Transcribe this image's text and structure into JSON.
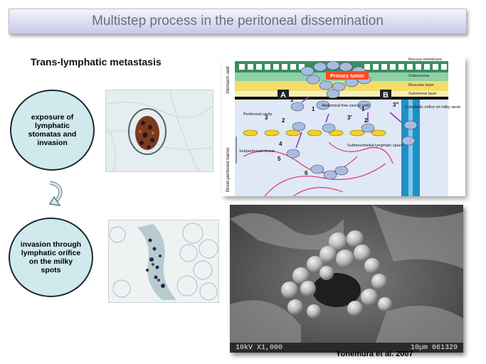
{
  "title": "Multistep process in the peritoneal dissemination",
  "heading": "Trans-lymphatic metastasis",
  "steps": [
    {
      "label_lines": [
        "exposure of",
        "lymphatic",
        "stomatas and",
        "invasion"
      ]
    },
    {
      "label_lines": [
        "invasion through",
        "lymphatic orifice",
        "on the milky",
        "spots"
      ]
    }
  ],
  "diagram": {
    "side_labels": {
      "stomach_wall": "Stomach wall",
      "barrier": "Blood-peritoneal barrier"
    },
    "layers": [
      "Mucous membrane",
      "Submucosa",
      "Muscular layer",
      "Subserous layer"
    ],
    "primary_tumor": "Primary tumor",
    "panel_a": "A",
    "panel_b": "B",
    "labels": {
      "free_cells": "Abdominal free cancer cells",
      "cavity": "Peritoneal cavity",
      "orifice": "Lymphatic orifice on milky spots",
      "subperitoneal": "Subperitoneal tissue",
      "submesothelial": "Submesothelial lymphatic space"
    },
    "numbers": [
      "1",
      "1",
      "1",
      "2",
      "2",
      "3",
      "3'",
      "3''",
      "4",
      "5",
      "6"
    ]
  },
  "sem": {
    "scale_left": "10kV  X1,000",
    "scale_right": "10µm  061329"
  },
  "citation": "Yonemura et al. 2007",
  "colors": {
    "ellipse_fill": "#cfe9ec",
    "banner": "#d6d6ec",
    "tumor_label": "#ff4a22",
    "lymph": "#1e90c8"
  }
}
